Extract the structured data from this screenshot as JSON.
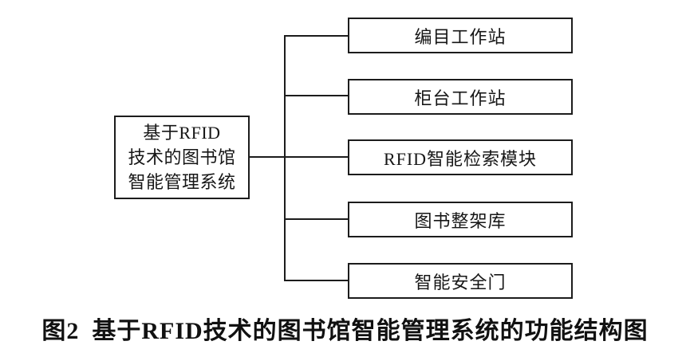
{
  "page": {
    "background_color": "#ffffff",
    "line_color": "#1c1c1c",
    "text_color": "#161616"
  },
  "diagram": {
    "root": {
      "label": "基于RFID\n技术的图书馆\n智能管理系统"
    },
    "children": [
      {
        "label": "编目工作站"
      },
      {
        "label": "柜台工作站"
      },
      {
        "label": "RFID智能检索模块"
      },
      {
        "label": "图书整架库"
      },
      {
        "label": "智能安全门"
      }
    ]
  },
  "caption": {
    "figure_number": "图2",
    "text": "基于RFID技术的图书馆智能管理系统的功能结构图"
  }
}
